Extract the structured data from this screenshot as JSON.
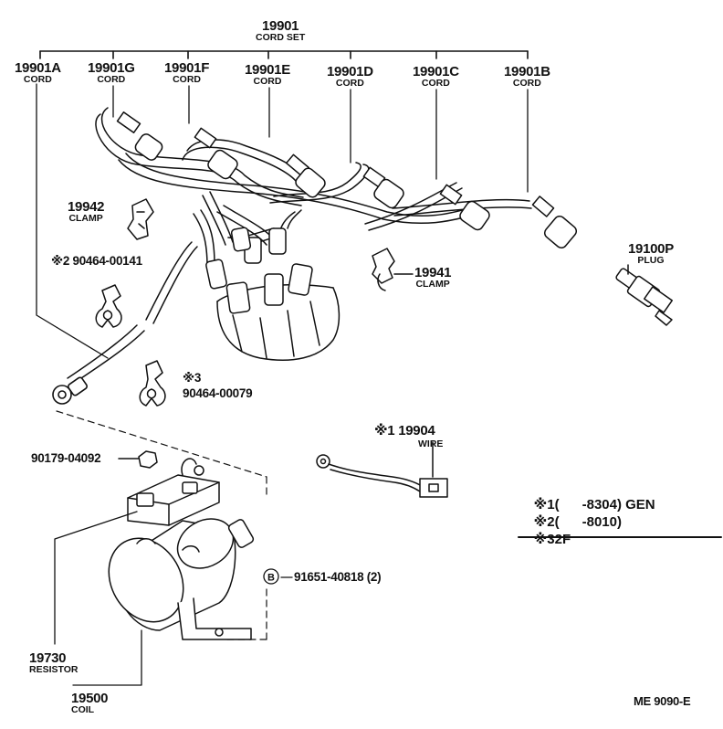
{
  "cord_set": {
    "number": "19901",
    "label": "CORD SET"
  },
  "cords": [
    {
      "number": "19901A",
      "label": "CORD"
    },
    {
      "number": "19901G",
      "label": "CORD"
    },
    {
      "number": "19901F",
      "label": "CORD"
    },
    {
      "number": "19901E",
      "label": "CORD"
    },
    {
      "number": "19901D",
      "label": "CORD"
    },
    {
      "number": "19901C",
      "label": "CORD"
    },
    {
      "number": "19901B",
      "label": "CORD"
    }
  ],
  "clamp_19942": {
    "number": "19942",
    "label": "CLAMP"
  },
  "clamp_19941": {
    "number": "19941",
    "label": "CLAMP"
  },
  "plug": {
    "number": "19100P",
    "label": "PLUG"
  },
  "clip_2": {
    "mark": "※2",
    "number": "90464-00141"
  },
  "clip_3": {
    "mark": "※3",
    "number": "90464-00079"
  },
  "wire": {
    "mark": "※1",
    "number": "19904",
    "label": "WIRE"
  },
  "nut": {
    "number": "90179-04092"
  },
  "bolt": {
    "badge": "B",
    "number": "91651-40818 (2)"
  },
  "resistor": {
    "number": "19730",
    "label": "RESISTOR"
  },
  "coil": {
    "number": "19500",
    "label": "COIL"
  },
  "notes": [
    {
      "mark": "※1",
      "text": "(      -8304) GEN"
    },
    {
      "mark": "※2",
      "text": "(      -8010)"
    },
    {
      "mark": "※3",
      "text": "2F"
    }
  ],
  "ref": "ME  9090-E"
}
